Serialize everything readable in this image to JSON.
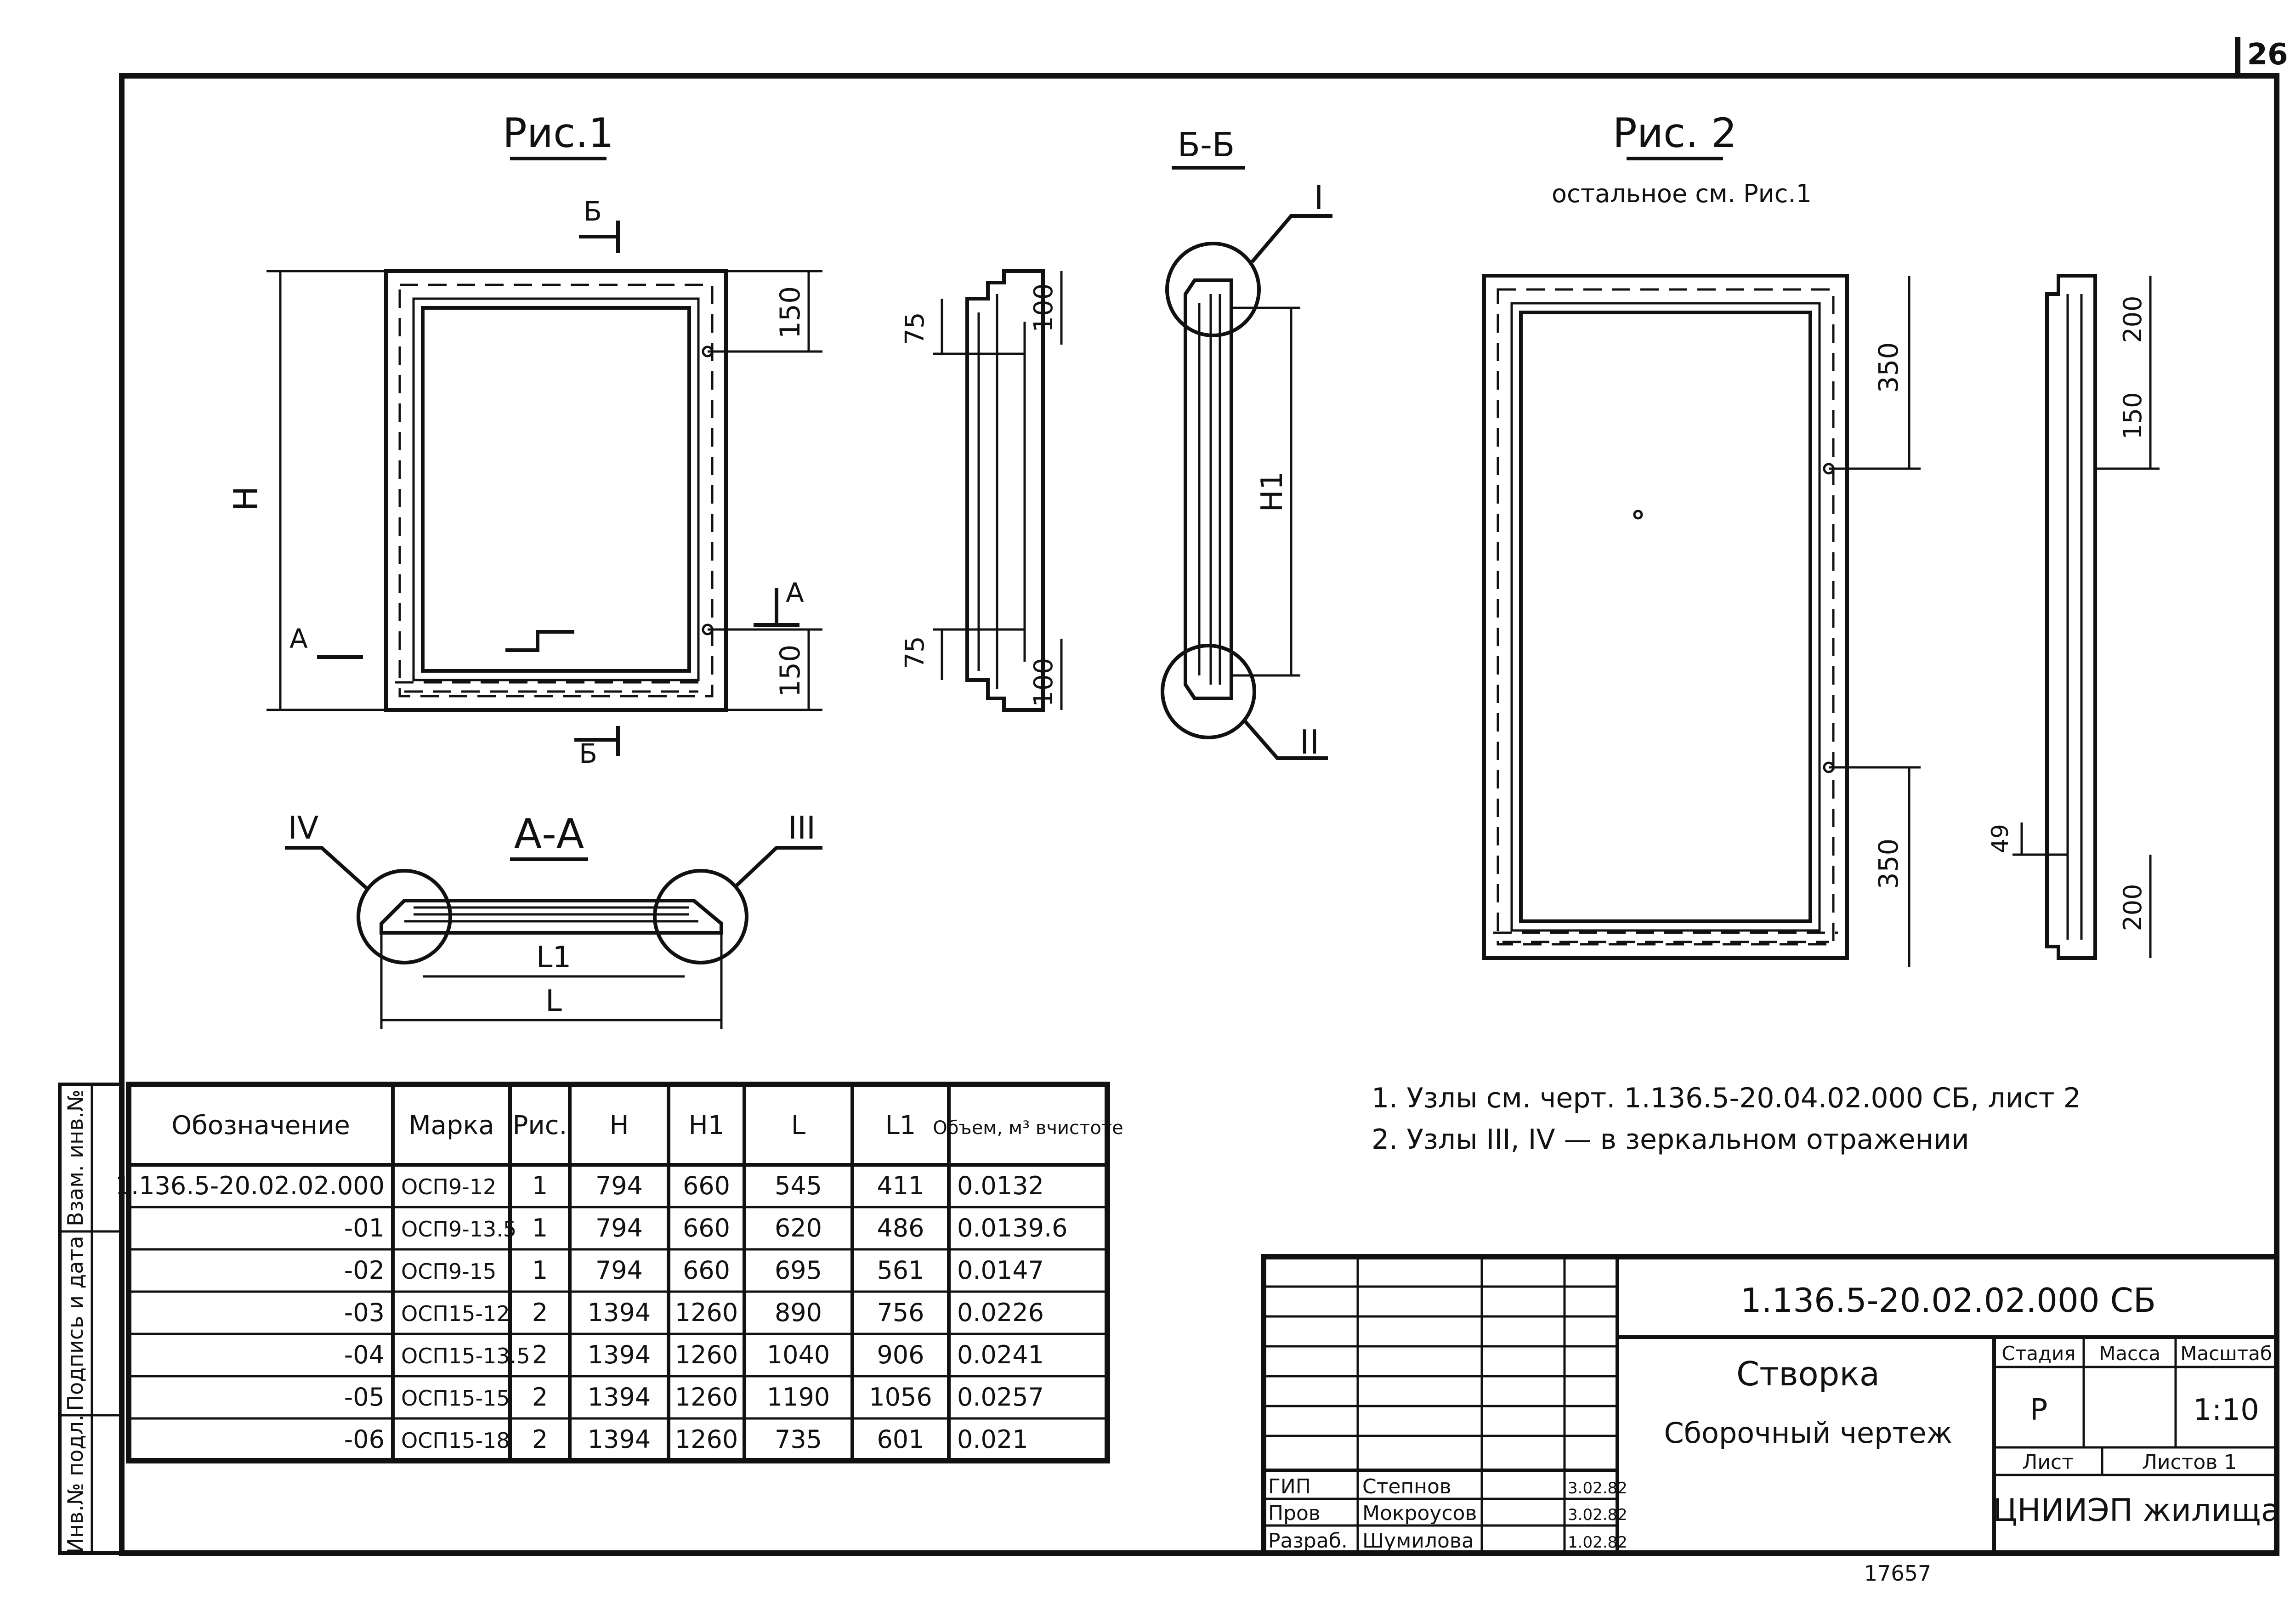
{
  "sheet_number": "26",
  "figures": {
    "fig1_title": "Рис.1",
    "fig2_title": "Рис. 2",
    "fig2_note": "остальное см. Рис.1",
    "section_bb_title": "Б-Б",
    "section_aa_title": "А-А",
    "marker_b": "Б",
    "marker_a": "А",
    "node_I": "I",
    "node_II": "II",
    "node_III": "III",
    "node_IV": "IV",
    "label_H": "H",
    "label_H1": "H1",
    "label_L": "L",
    "label_L1": "L1"
  },
  "dimensions": {
    "d150": "150",
    "d100": "100",
    "d75": "75",
    "d350": "350",
    "d200": "200",
    "d49": "49"
  },
  "notes": [
    "1. Узлы см. черт. 1.136.5-20.04.02.000 СБ, лист 2",
    "2. Узлы III, IV — в зеркальном отражении"
  ],
  "spec_table": {
    "headers": [
      "Обозначение",
      "Марка",
      "Рис.",
      "H",
      "H1",
      "L",
      "L1",
      "Объем, м³ вчистоте"
    ],
    "rows": [
      [
        "1.136.5-20.02.02.000",
        "ОСП9-12",
        "1",
        "794",
        "660",
        "545",
        "411",
        "0.0132"
      ],
      [
        "-01",
        "ОСП9-13.5",
        "1",
        "794",
        "660",
        "620",
        "486",
        "0.0139.6"
      ],
      [
        "-02",
        "ОСП9-15",
        "1",
        "794",
        "660",
        "695",
        "561",
        "0.0147"
      ],
      [
        "-03",
        "ОСП15-12",
        "2",
        "1394",
        "1260",
        "890",
        "756",
        "0.0226"
      ],
      [
        "-04",
        "ОСП15-13.5",
        "2",
        "1394",
        "1260",
        "1040",
        "906",
        "0.0241"
      ],
      [
        "-05",
        "ОСП15-15",
        "2",
        "1394",
        "1260",
        "1190",
        "1056",
        "0.0257"
      ],
      [
        "-06",
        "ОСП15-18",
        "2",
        "1394",
        "1260",
        "735",
        "601",
        "0.021"
      ]
    ]
  },
  "side_stamp": [
    "Инв.№ подл.",
    "Подпись и дата",
    "Взам. инв.№"
  ],
  "title_block": {
    "doc_code": "1.136.5-20.02.02.000 СБ",
    "title_line1": "Створка",
    "title_line2": "Сборочный чертеж",
    "stage_label": "Стадия",
    "mass_label": "Масса",
    "scale_label": "Масштаб",
    "stage_value": "Р",
    "scale_value": "1:10",
    "sheet_label": "Лист",
    "sheets_label": "Листов 1",
    "org": "ЦНИИЭП жилища",
    "signers": [
      {
        "role": "ГИП",
        "name": "Степнов",
        "date": "3.02.82"
      },
      {
        "role": "Пров",
        "name": "Мокроусов",
        "date": "3.02.82"
      },
      {
        "role": "Разраб.",
        "name": "Шумилова",
        "date": "1.02.82"
      }
    ]
  },
  "bottom_code": "17657"
}
